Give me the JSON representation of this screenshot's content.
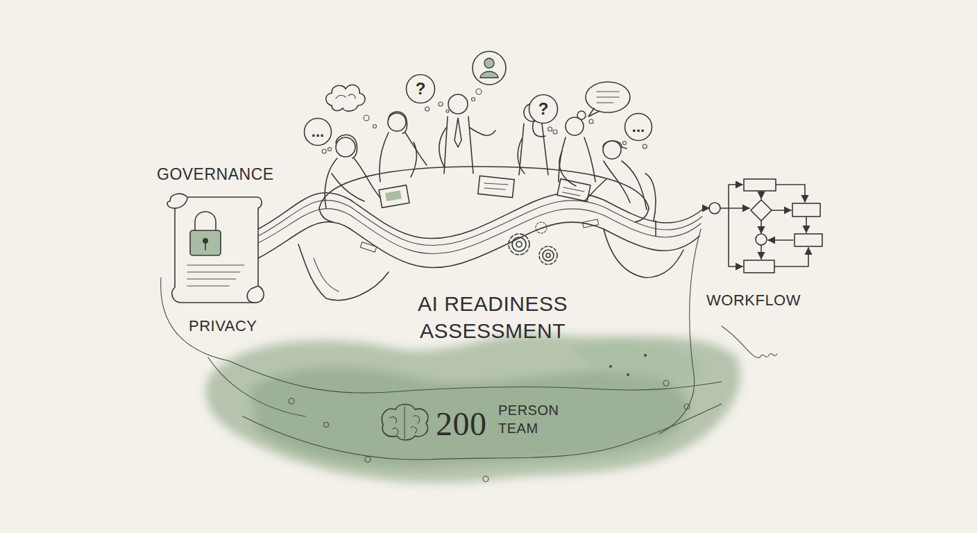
{
  "diagram": {
    "nodes": [
      {
        "text": [
          "..."
        ]
      },
      {
        "text": [
          "?"
        ]
      },
      {
        "text": [
          "?"
        ]
      },
      {
        "text": [
          "..."
        ]
      }
    ],
    "labels": [
      "GOVERNANCE",
      "PRIVACY",
      "AI READINESS ASSESSMENT",
      "WORKFLOW",
      "200",
      "PERSON TEAM"
    ]
  }
}
